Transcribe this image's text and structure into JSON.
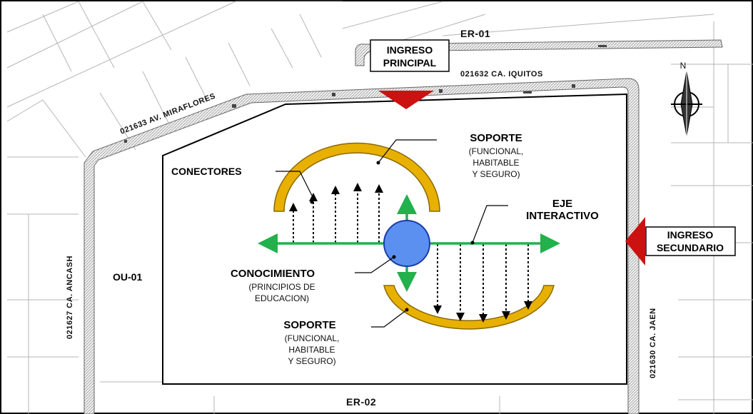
{
  "streets": {
    "er01": "ER-01",
    "iquitos": "021632 CA. IQUITOS",
    "miraflores": "021633 AV. MIRAFLORES",
    "ancash": "021627 CA. ANCASH",
    "jaen": "021630 CA. JAEN",
    "er02": "ER-02",
    "ou01": "OU-01"
  },
  "entrances": {
    "main_line1": "INGRESO",
    "main_line2": "PRINCIPAL",
    "secondary_line1": "INGRESO",
    "secondary_line2": "SECUNDARIO"
  },
  "compass": {
    "north": "N"
  },
  "labels": {
    "soporte_top_title": "SOPORTE",
    "soporte_top_l1": "(FUNCIONAL,",
    "soporte_top_l2": "HABITABLE",
    "soporte_top_l3": "Y SEGURO)",
    "conectores": "CONECTORES",
    "eje_l1": "EJE",
    "eje_l2": "INTERACTIVO",
    "conocimiento": "CONOCIMIENTO",
    "conocimiento_l1": "(PRINCIPIOS DE",
    "conocimiento_l2": "EDUCACION)",
    "soporte_bot_title": "SOPORTE",
    "soporte_bot_l1": "(FUNCIONAL,",
    "soporte_bot_l2": "HABITABLE",
    "soporte_bot_l3": "Y SEGURO)"
  },
  "colors": {
    "axis_green": "#22b14c",
    "knowledge_blue": "#5b8ff0",
    "support_gold": "#e8b000",
    "arrow_red": "#cc1111"
  }
}
